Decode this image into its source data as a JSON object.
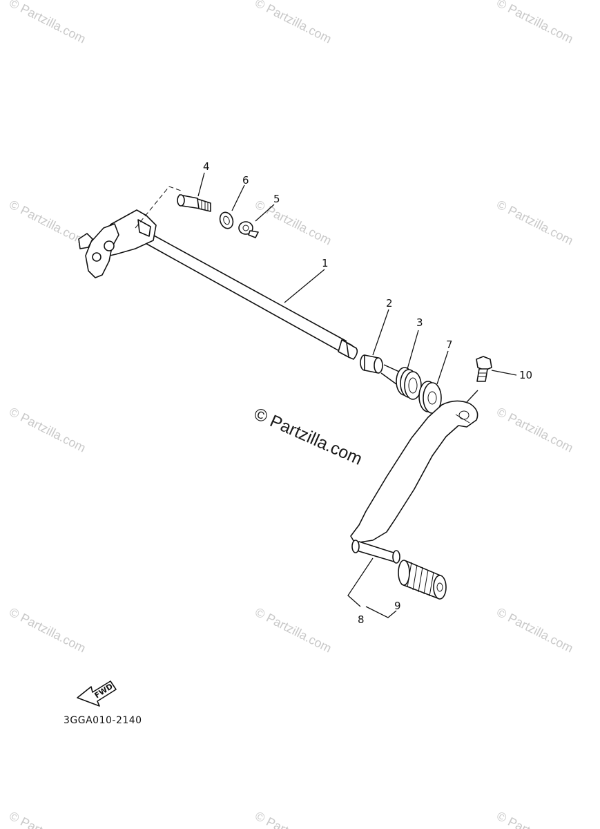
{
  "diagram": {
    "callouts": [
      "1",
      "2",
      "3",
      "4",
      "5",
      "6",
      "7",
      "8",
      "9",
      "10"
    ],
    "fwd_label": "FWD",
    "catalog_code": "3GGA010-2140"
  },
  "watermark": {
    "text": "© Partzilla.com",
    "center_text": "© Partzilla.com"
  },
  "colors": {
    "line": "#111111",
    "watermark": "#c9c9c9",
    "background": "#ffffff"
  }
}
